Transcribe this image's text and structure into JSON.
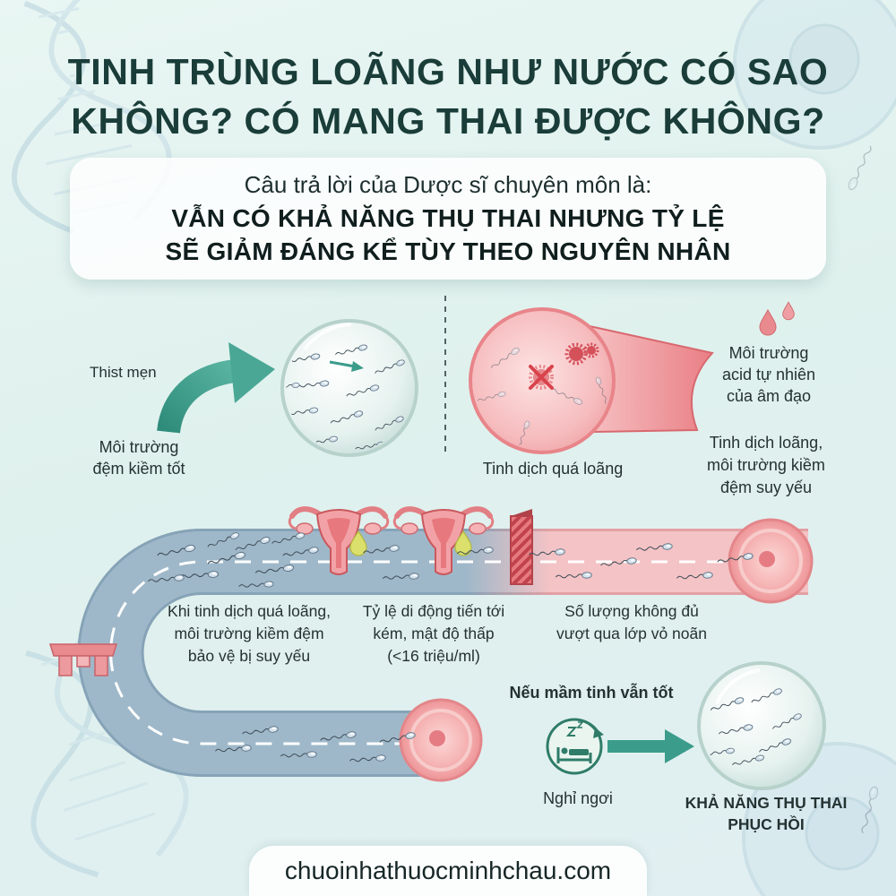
{
  "title": {
    "line1": "TINH TRÙNG LOÃNG NHƯ NƯỚC CÓ SAO",
    "line2": "KHÔNG? CÓ MANG THAI ĐƯỢC KHÔNG?"
  },
  "answer": {
    "intro": "Câu trả lời của Dược sĩ chuyên môn là:",
    "headline": [
      "VẪN CÓ KHẢ NĂNG THỤ THAI NHƯNG TỶ LỆ",
      "SẼ GIẢM ĐÁNG KỂ TÙY THEO NGUYÊN NHÂN"
    ]
  },
  "healthy_panel": {
    "top_label": "Thist mẹn",
    "bottom_label": [
      "Môi trường",
      "đệm kiềm tốt"
    ]
  },
  "thin_semen_panel": {
    "label": "Tinh dịch quá loãng"
  },
  "vagina_panel": {
    "acid_label": [
      "Môi trường",
      "acid tự nhiên",
      "của âm đạo"
    ],
    "weak_label": [
      "Tinh dịch loãng,",
      "môi trường kiềm",
      "đệm suy yếu"
    ]
  },
  "journey": {
    "steps": [
      {
        "lines": [
          "Khi tinh dịch quá loãng,",
          "môi trường kiềm đệm",
          "bảo vệ bị suy yếu"
        ]
      },
      {
        "lines": [
          "Tỷ lệ di động tiến tới",
          "kém, mật độ thấp",
          "(<16 triệu/ml)"
        ]
      },
      {
        "lines": [
          "Số lượng không đủ",
          "vượt qua lớp vỏ noãn"
        ]
      }
    ]
  },
  "recovery": {
    "heading": "Nếu mầm tinh vẫn tốt",
    "rest_label": "Nghỉ ngơi",
    "result": [
      "KHẢ NĂNG THỤ THAI",
      "PHỤC HỒI"
    ]
  },
  "footer": {
    "website": "chuoinhathuocminhchau.com"
  },
  "colors": {
    "title": "#1a3d39",
    "accent_teal": "#3b9c8b",
    "road_blue": "#9fb8c9",
    "road_pink": "#f4c3c5",
    "egg_pink": "#f2a9ab",
    "warning_red": "#d9434c",
    "background": "#e3f2ef"
  },
  "icons": [
    "dna-helix-icon",
    "cell-icon",
    "curved-arrow-icon",
    "sperm-icon",
    "bacteria-icon",
    "blocked-x-icon",
    "acid-drop-icon",
    "uterus-icon",
    "barrier-icon",
    "egg-cell-icon",
    "gate-icon",
    "rest-bed-icon",
    "right-arrow-icon"
  ]
}
